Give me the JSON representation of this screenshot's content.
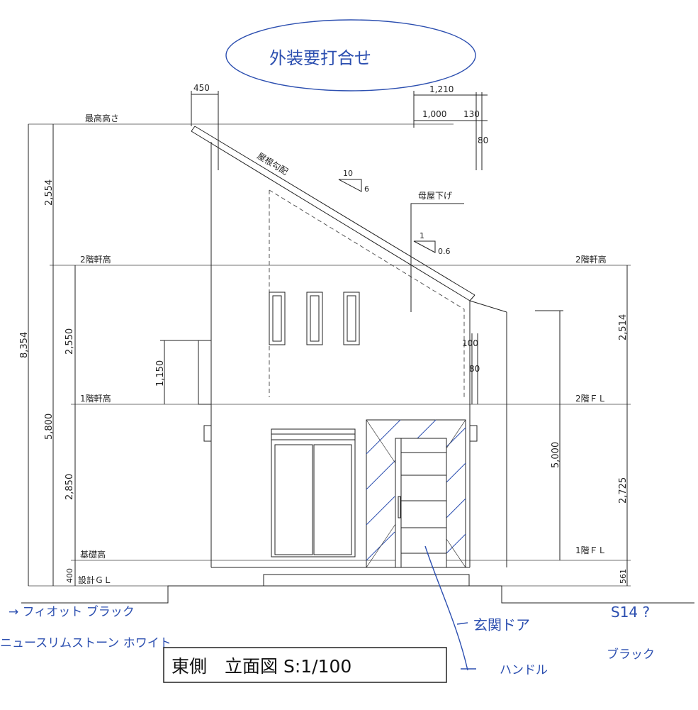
{
  "drawing": {
    "title": "東側　立面図 S:1/100",
    "bubble_note": "外装要打合せ",
    "levels": {
      "max_height": "最高高さ",
      "eave2_left": "2階軒高",
      "eave2_right": "2階軒高",
      "eave1": "1階軒高",
      "floor2": "2階ＦＬ",
      "floor1": "1階ＦＬ",
      "foundation": "基礎高",
      "gl": "設計ＧＬ"
    },
    "roof": {
      "label": "屋根勾配",
      "slope_run": "10",
      "slope_rise": "6",
      "eave_label": "母屋下げ",
      "slope2_run": "1",
      "slope2_rise": "0.6"
    },
    "dims_top": {
      "d450": "450",
      "d1210": "1,210",
      "d1000": "1,000",
      "d130": "130",
      "d80": "80"
    },
    "dims_left": {
      "total": "8,354",
      "d2554": "2,554",
      "d2550": "2,550",
      "d5800": "5,800",
      "d2850": "2,850",
      "d400": "400",
      "d1150": "1,150"
    },
    "dims_right": {
      "d2514": "2,514",
      "d2725": "2,725",
      "d561": "561",
      "d5000": "5,000",
      "d100": "100",
      "d80b": "80"
    },
    "annotations": {
      "siding_color": "→ フィオット ブラック",
      "stone_color": "ニュースリムストーン ホワイト",
      "door_label": "玄関ドア",
      "handle_label": "ハンドル",
      "door_code": "S14 ?",
      "handle_color": "ブラック"
    }
  }
}
